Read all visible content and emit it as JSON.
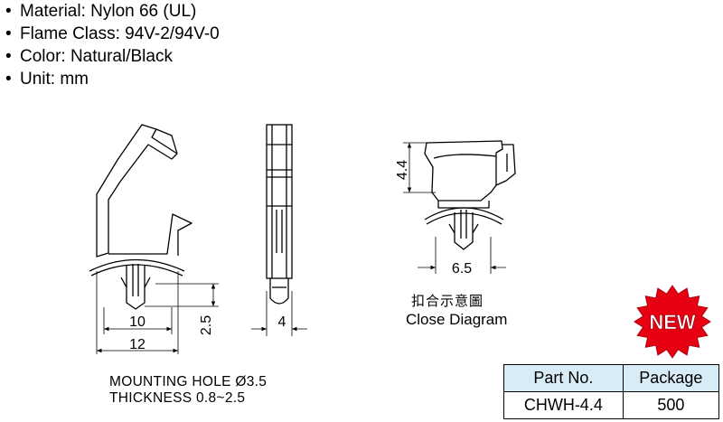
{
  "specs": [
    {
      "bullet": "•",
      "text": "Material: Nylon 66 (UL)"
    },
    {
      "bullet": "•",
      "text": "Flame Class: 94V-2/94V-0"
    },
    {
      "bullet": "•",
      "text": "Color: Natural/Black"
    },
    {
      "bullet": "•",
      "text": "Unit: mm"
    }
  ],
  "dimensions": {
    "width_inner": "10",
    "width_outer": "12",
    "height_stem": "2.5",
    "thickness_side": "4",
    "opening_height": "4.4",
    "closed_width": "6.5"
  },
  "notes": {
    "mounting_hole": "MOUNTING HOLE Ø3.5",
    "thickness": "THICKNESS 0.8~2.5"
  },
  "close_diagram": {
    "label_cn": "扣合示意圖",
    "label_en": "Close Diagram"
  },
  "badge": {
    "text": "NEW",
    "color": "#e60012"
  },
  "table": {
    "headers": [
      "Part No.",
      "Package"
    ],
    "rows": [
      [
        "CHWH-4.4",
        "500"
      ]
    ],
    "header_bg": "#d8ecf7"
  }
}
